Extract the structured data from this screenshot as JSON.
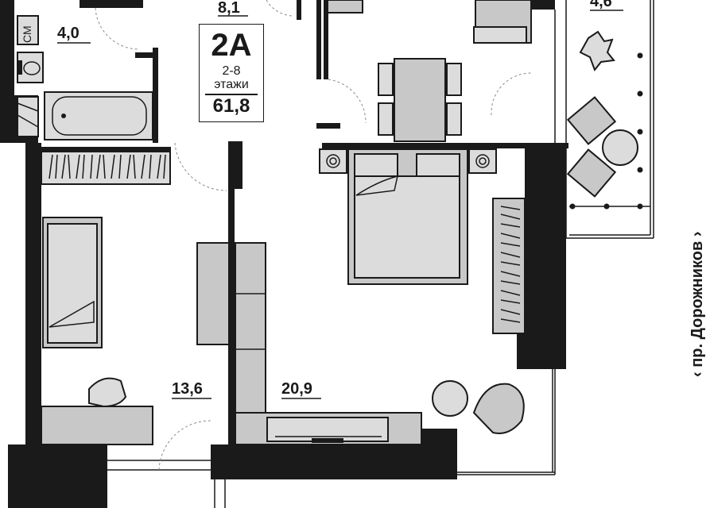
{
  "apartment": {
    "type": "2А",
    "floors": "2-8",
    "floors_word": "этажи",
    "total_area": "61,8"
  },
  "rooms": {
    "hall_area": "8,1",
    "bathroom_area": "4,0",
    "balcony_area": "4,6",
    "bedroom_area": "13,6",
    "living_area": "20,9"
  },
  "bathroom_label": "СМ",
  "street": "‹ пр. Дорожников ›"
}
